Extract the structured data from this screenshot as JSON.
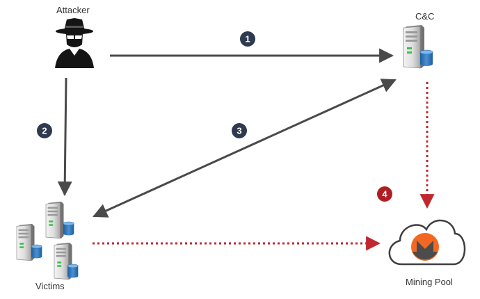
{
  "nodes": {
    "attacker": {
      "label": "Attacker",
      "icon": "hacker-icon"
    },
    "cnc": {
      "label": "C&C",
      "icon": "server-icon"
    },
    "victims": {
      "label": "Victims",
      "icon": "server-group-icon"
    },
    "mining_pool": {
      "label": "Mining Pool",
      "icon": "monero-cloud-icon"
    }
  },
  "steps": [
    {
      "number": "1",
      "color": "#2e3a4f",
      "from": "attacker",
      "to": "cnc",
      "style": "solid"
    },
    {
      "number": "2",
      "color": "#2e3a4f",
      "from": "attacker",
      "to": "victims",
      "style": "solid"
    },
    {
      "number": "3",
      "color": "#2e3a4f",
      "from": "cnc",
      "to": "victims",
      "style": "solid-bidirectional"
    },
    {
      "number": "4",
      "color": "#b01e23",
      "from": "cnc",
      "to": "mining_pool",
      "style": "dotted"
    }
  ],
  "extra_flows": [
    {
      "from": "victims",
      "to": "mining_pool",
      "style": "dotted"
    }
  ],
  "colors": {
    "arrow_solid": "#4a4a4a",
    "arrow_dotted": "#c0282e",
    "badge_dark": "#2e3a4f",
    "badge_red": "#b01e23",
    "monero_orange": "#f26822",
    "monero_gray": "#4c4c4c"
  }
}
